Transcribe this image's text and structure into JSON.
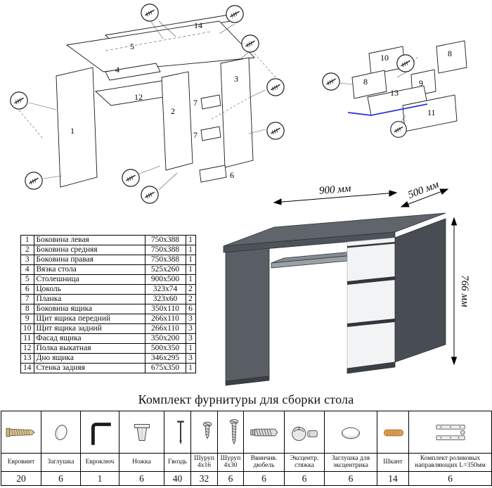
{
  "parts_table": {
    "rows": [
      [
        "1",
        "Боковина левая",
        "750x388",
        "1"
      ],
      [
        "2",
        "Боковина средняя",
        "750x388",
        "1"
      ],
      [
        "3",
        "Боковина правая",
        "750x388",
        "1"
      ],
      [
        "4",
        "Вязка стола",
        "525x260",
        "1"
      ],
      [
        "5",
        "Столешница",
        "900x500",
        "1"
      ],
      [
        "6",
        "Цоколь",
        "323x74",
        "2"
      ],
      [
        "7",
        "Планка",
        "323x60",
        "2"
      ],
      [
        "8",
        "Боковина ящика",
        "350x110",
        "6"
      ],
      [
        "9",
        "Щит ящика передний",
        "266x110",
        "3"
      ],
      [
        "10",
        "Щит ящика задний",
        "266x110",
        "3"
      ],
      [
        "11",
        "Фасад ящика",
        "350x200",
        "3"
      ],
      [
        "12",
        "Полка выкатная",
        "500x350",
        "1"
      ],
      [
        "13",
        "Дно ящика",
        "346x295",
        "3"
      ],
      [
        "14",
        "Стенка задняя",
        "675x350",
        "1"
      ]
    ]
  },
  "hardware": {
    "title": "Комплект фурнитуры для сборки стола",
    "items": [
      {
        "icon": "euro-screw-icon",
        "name": "Евровинт",
        "qty": "20"
      },
      {
        "icon": "plug-cap-icon",
        "name": "Заглушка",
        "qty": "6"
      },
      {
        "icon": "hex-key-icon",
        "name": "Евроключ",
        "qty": "1"
      },
      {
        "icon": "leg-icon",
        "name": "Ножка",
        "qty": "6"
      },
      {
        "icon": "nail-icon",
        "name": "Гвоздь",
        "qty": "40"
      },
      {
        "icon": "screw-4x16-icon",
        "name": "Шуруп 4х16",
        "qty": "32"
      },
      {
        "icon": "screw-4x30-icon",
        "name": "Шуруп 4х30",
        "qty": "6"
      },
      {
        "icon": "screw-dowel-icon",
        "name": "Ввинчив. дюбель",
        "qty": "6"
      },
      {
        "icon": "eccentric-cam-icon",
        "name": "Эксцентр. стяжка",
        "qty": "6"
      },
      {
        "icon": "eccentric-cap-icon",
        "name": "Заглушка для эксцентрика",
        "qty": "6"
      },
      {
        "icon": "wood-dowel-icon",
        "name": "Шкант",
        "qty": "14"
      },
      {
        "icon": "drawer-slides-icon",
        "name": "Комплект роликовых направляющих L=350мм",
        "qty": "6"
      }
    ]
  },
  "desk": {
    "dim_width": "900 мм",
    "dim_depth": "500 мм",
    "dim_height": "766 мм"
  },
  "diagram_main": {
    "labels": [
      "14",
      "5",
      "4",
      "12",
      "2",
      "1",
      "3",
      "7",
      "7",
      "6"
    ]
  },
  "diagram_drawer": {
    "labels": [
      "10",
      "8",
      "8",
      "9",
      "13",
      "11"
    ]
  }
}
